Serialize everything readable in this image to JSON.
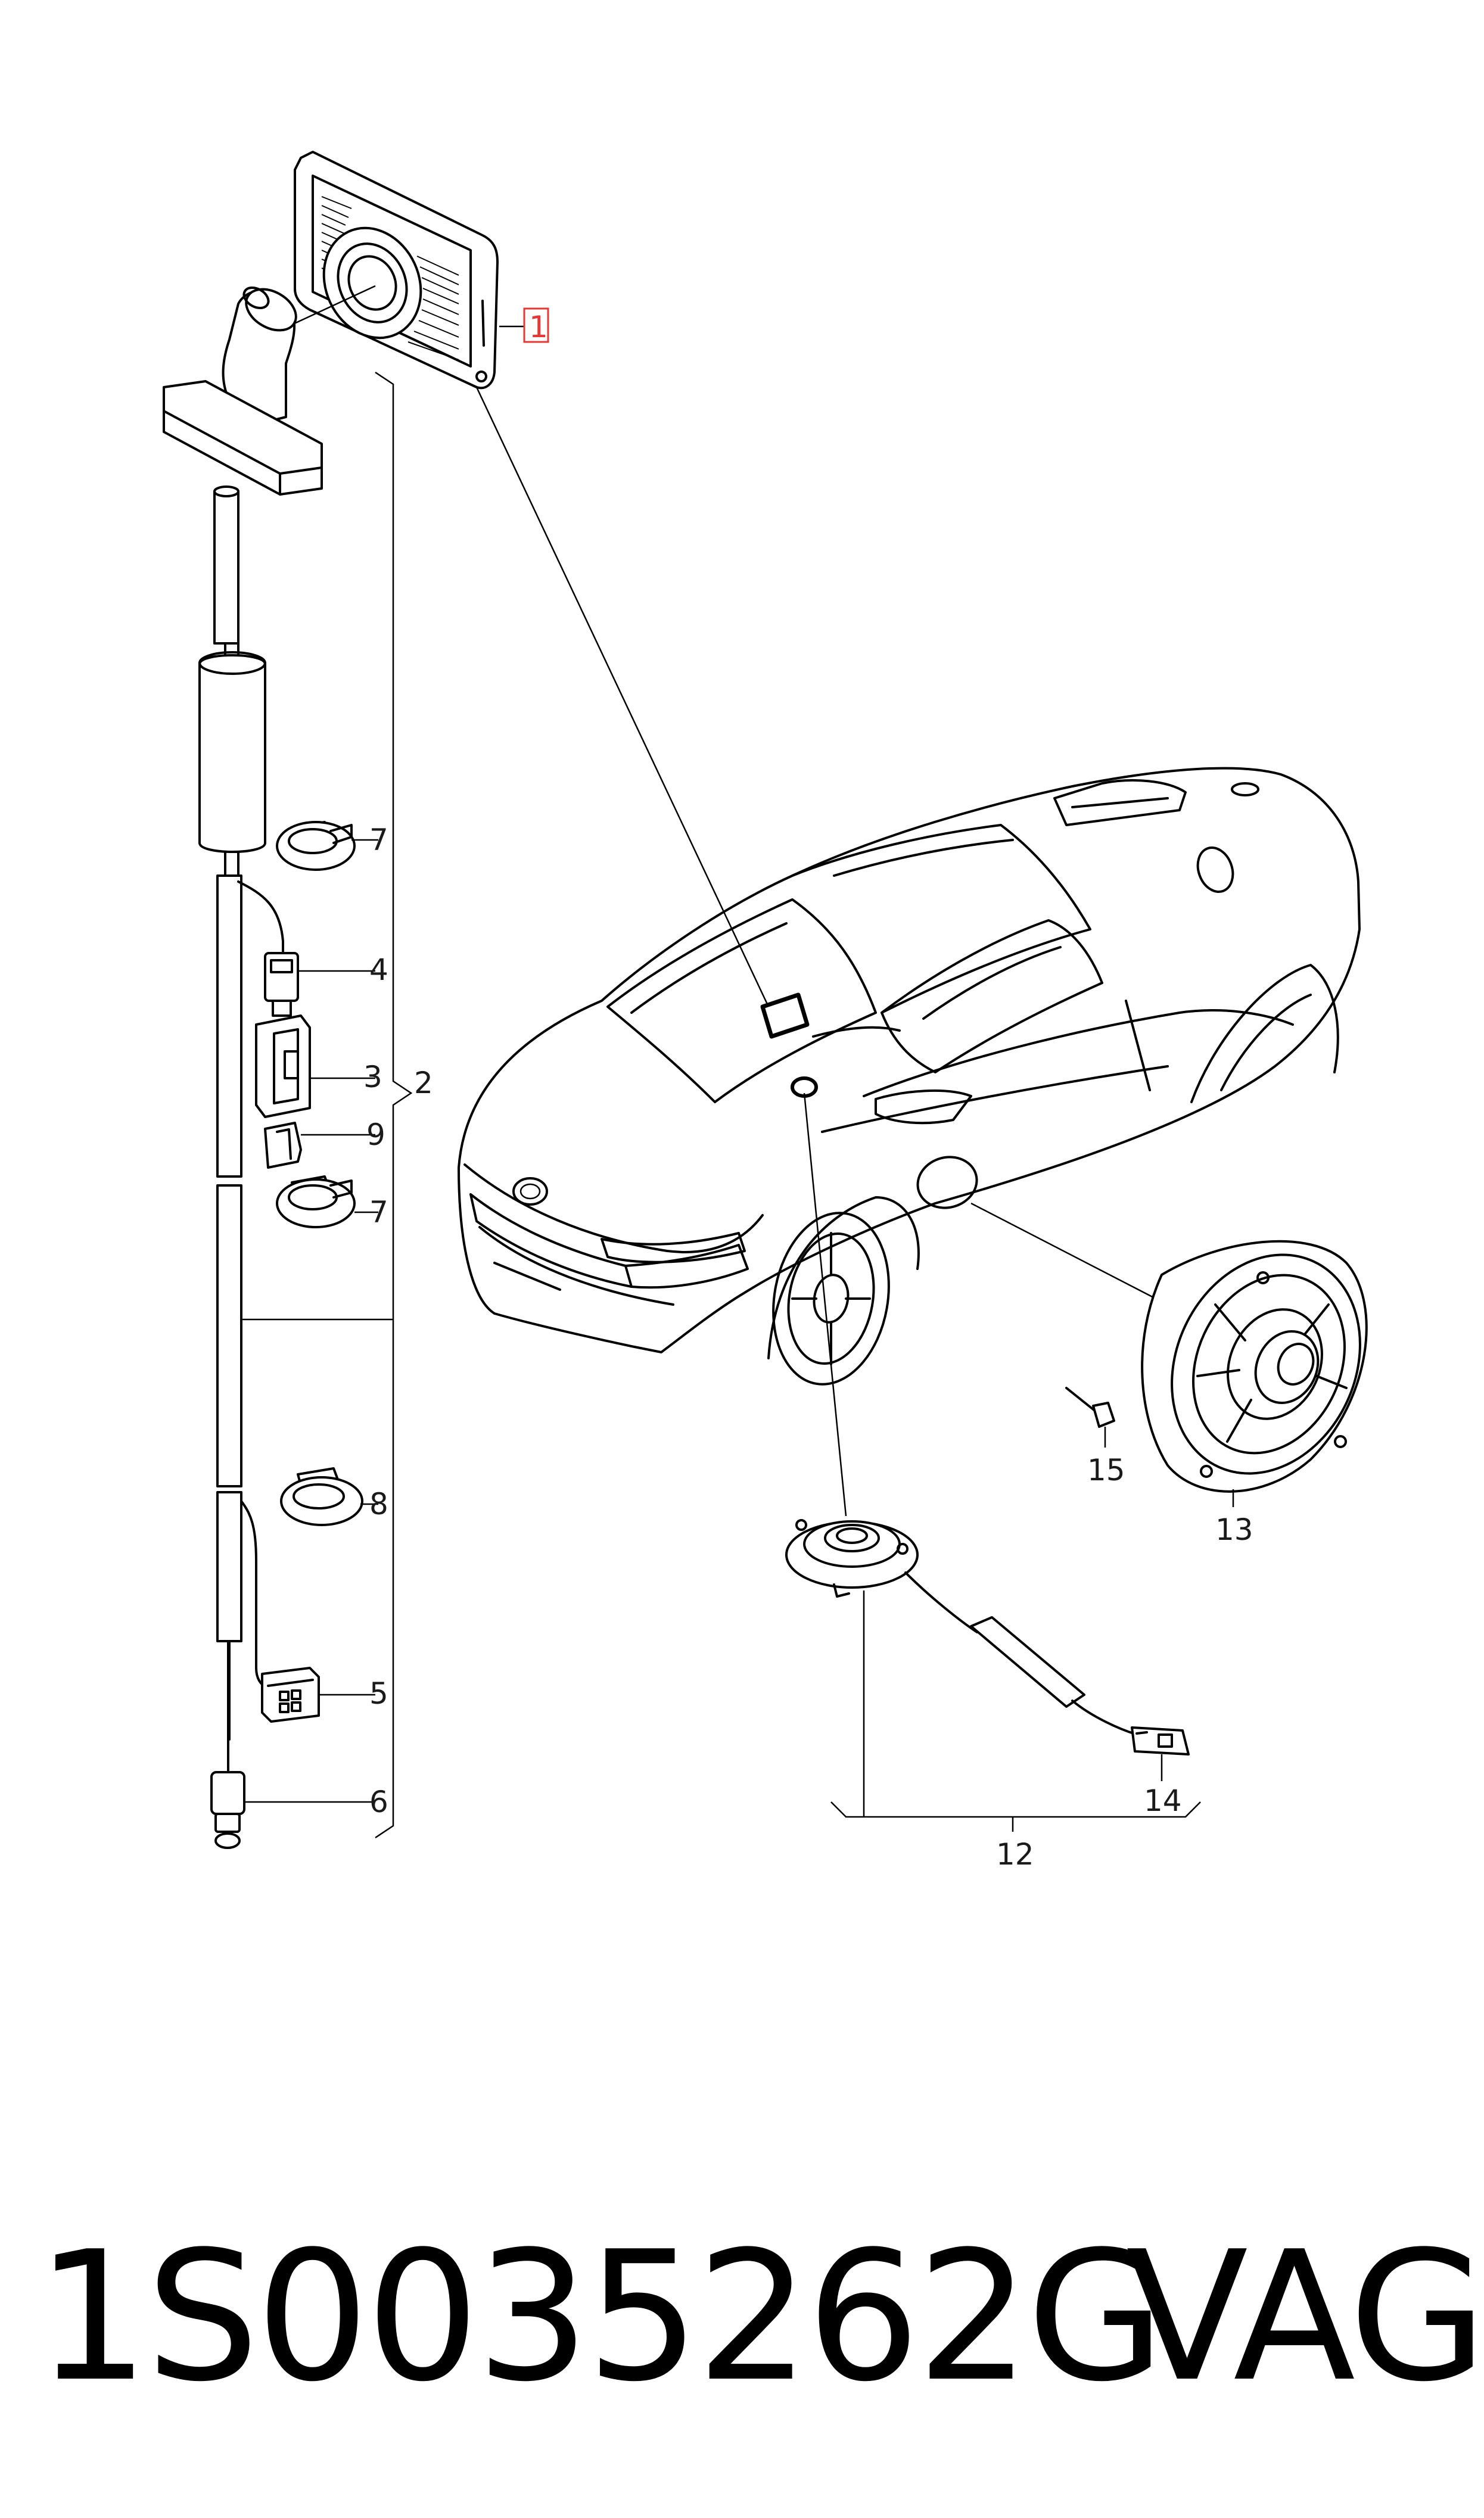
{
  "part_number": "1S0035262G",
  "brand": "VAG",
  "callouts": {
    "c1": "1",
    "c2": "2",
    "c3": "3",
    "c4": "4",
    "c5": "5",
    "c6": "6",
    "c7a": "7",
    "c7b": "7",
    "c8": "8",
    "c9": "9",
    "c12": "12",
    "c13": "13",
    "c14": "14",
    "c15": "15"
  },
  "highlight_color": "#e53935"
}
